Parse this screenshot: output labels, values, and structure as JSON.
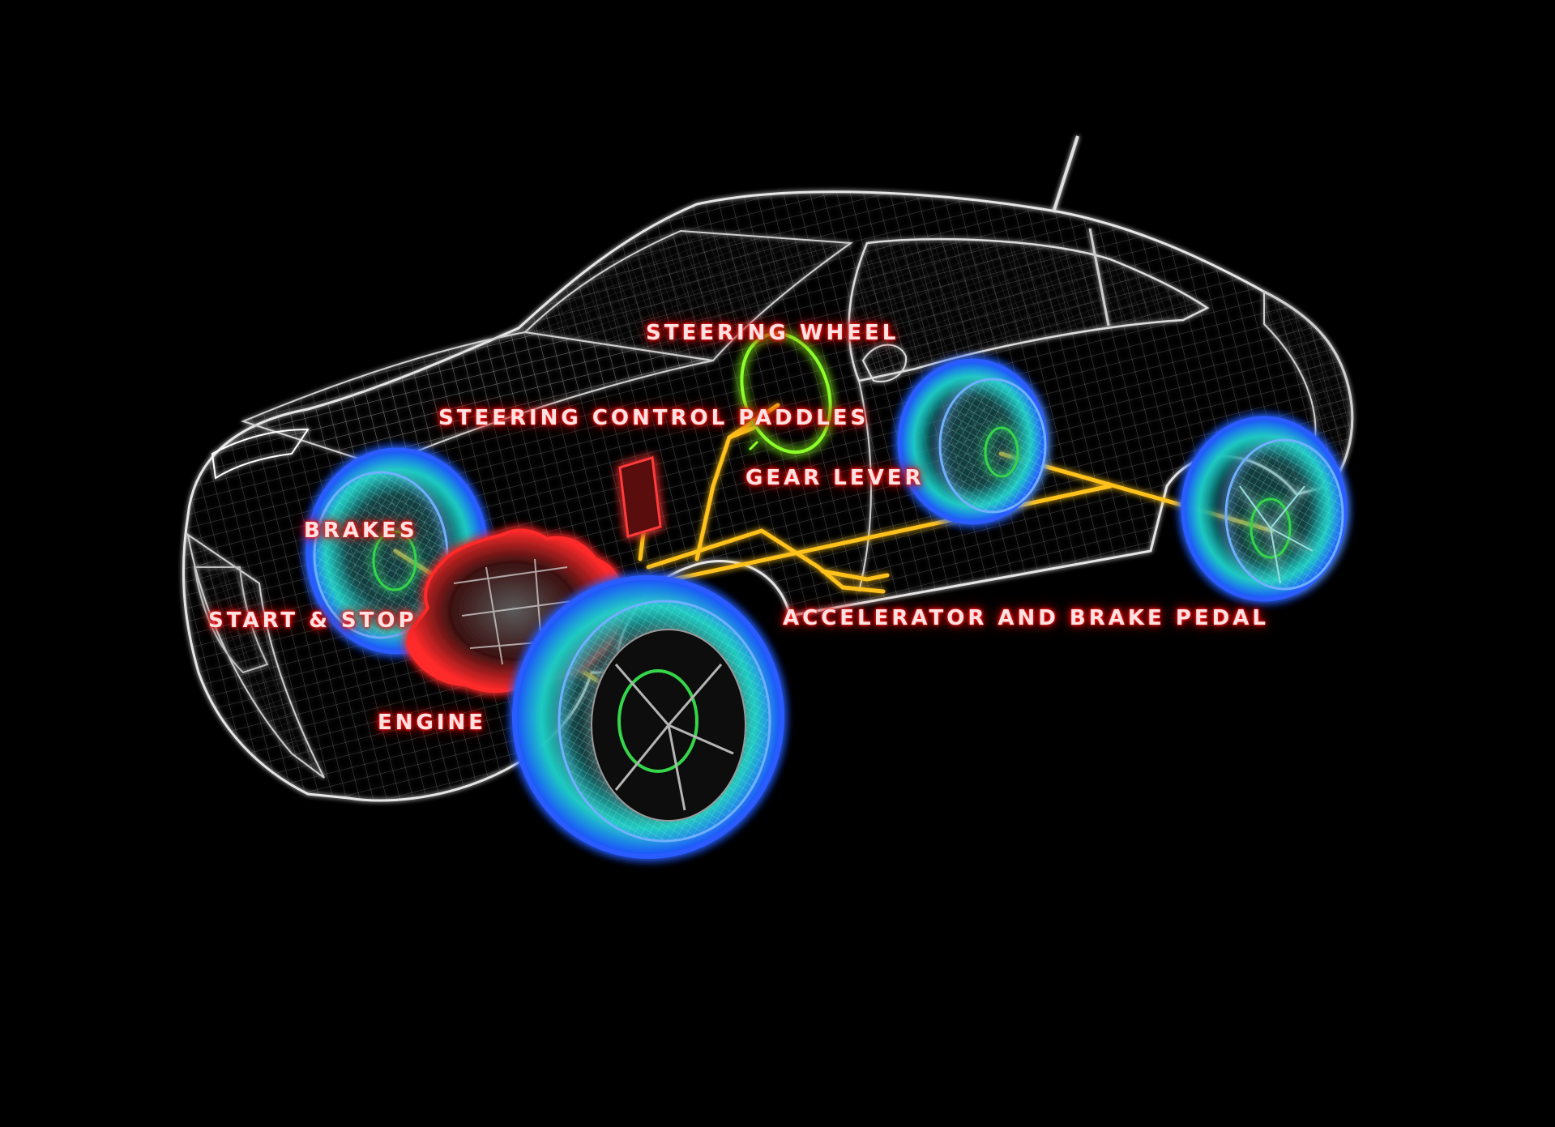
{
  "colors": {
    "background": "#000000",
    "wireframe": "#d8d8d8",
    "wheel_glow": "#1a4cff",
    "tire_fill": "#1fd1c4",
    "hub_ring": "#36d64a",
    "driveline": "#ffc21a",
    "engine_glow": "#ff1a1a",
    "steering_wheel": "#8cff2a",
    "label_glow": "#ff2020"
  },
  "labels": {
    "steering_wheel": "STEERING WHEEL",
    "steering_control_paddles": "STEERING CONTROL PADDLES",
    "gear_lever": "GEAR LEVER",
    "brakes": "BRAKES",
    "start_stop": "START & STOP",
    "accelerator_brake_pedal": "ACCELERATOR AND BRAKE PEDAL",
    "engine": "ENGINE"
  }
}
